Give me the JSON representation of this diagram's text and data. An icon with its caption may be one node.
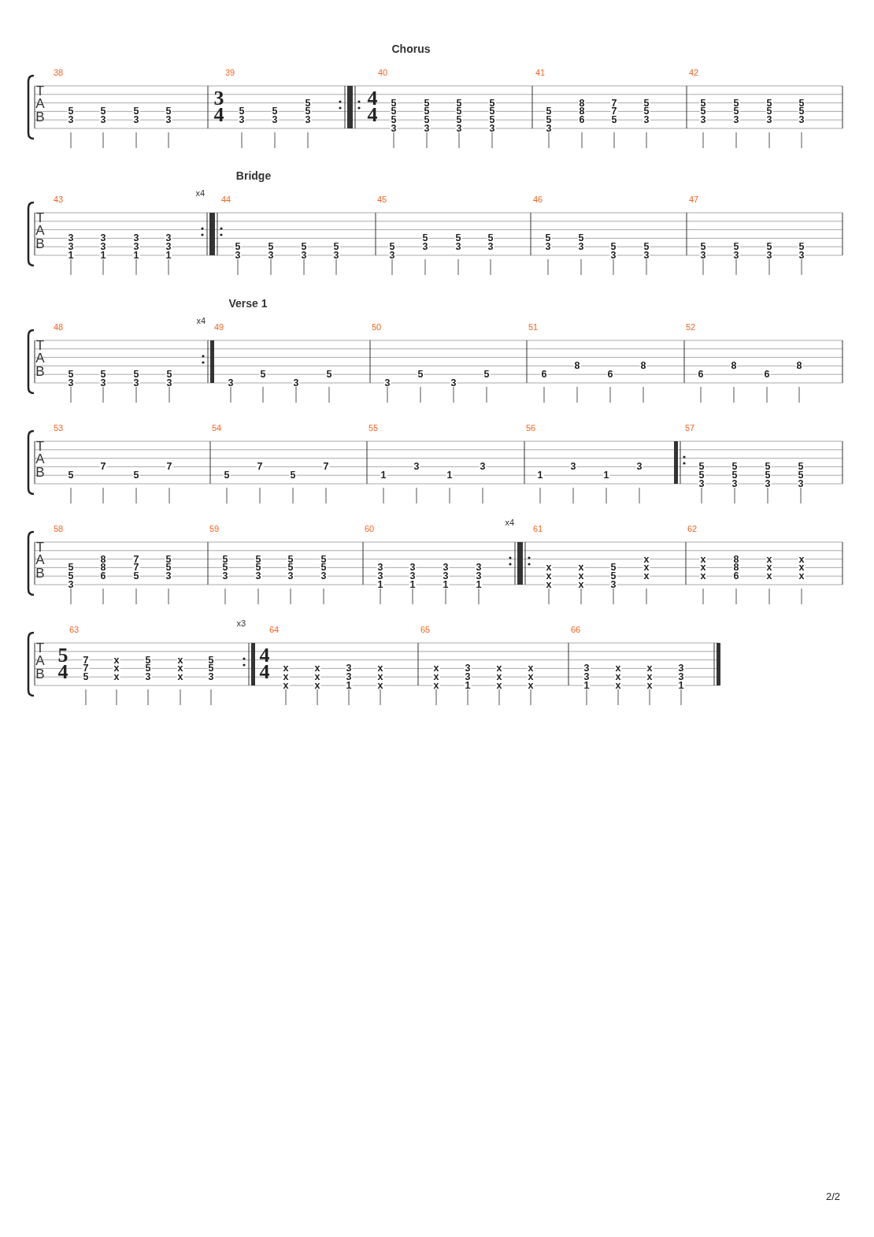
{
  "diagram": {
    "labels": [
      "Chorus",
      "38",
      "T",
      "A",
      "B",
      "5",
      "3",
      "5",
      "3",
      "5",
      "3",
      "5",
      "3",
      "39",
      "3",
      "4",
      "5",
      "3",
      "5",
      "3",
      "5",
      "5",
      "3",
      "40",
      "4",
      "4",
      "5",
      "5",
      "5",
      "3",
      "5",
      "5",
      "5",
      "3",
      "5",
      "5",
      "5",
      "3",
      "5",
      "5",
      "5",
      "3",
      "41",
      "5",
      "5",
      "3",
      "8",
      "8",
      "6",
      "7",
      "7",
      "5",
      "5",
      "5",
      "3",
      "42",
      "5",
      "5",
      "3",
      "5",
      "5",
      "3",
      "5",
      "5",
      "3",
      "5",
      "5",
      "3",
      "Bridge",
      "43",
      "T",
      "A",
      "B",
      "3",
      "3",
      "1",
      "3",
      "3",
      "1",
      "3",
      "3",
      "1",
      "3",
      "3",
      "1",
      "x4",
      "44",
      "5",
      "3",
      "5",
      "3",
      "5",
      "3",
      "5",
      "3",
      "45",
      "5",
      "3",
      "5",
      "3",
      "5",
      "3",
      "5",
      "3",
      "46",
      "5",
      "3",
      "5",
      "3",
      "5",
      "3",
      "5",
      "3",
      "47",
      "5",
      "3",
      "5",
      "3",
      "5",
      "3",
      "5",
      "3",
      "Verse 1",
      "48",
      "T",
      "A",
      "B",
      "5",
      "3",
      "5",
      "3",
      "5",
      "3",
      "5",
      "3",
      "x4",
      "49",
      "3",
      "5",
      "3",
      "5",
      "50",
      "3",
      "5",
      "3",
      "5",
      "51",
      "6",
      "8",
      "6",
      "8",
      "52",
      "6",
      "8",
      "6",
      "8",
      "53",
      "T",
      "A",
      "B",
      "5",
      "7",
      "5",
      "7",
      "54",
      "5",
      "7",
      "5",
      "7",
      "55",
      "1",
      "3",
      "1",
      "3",
      "56",
      "1",
      "3",
      "1",
      "3",
      "57",
      "5",
      "5",
      "3",
      "5",
      "5",
      "3",
      "5",
      "5",
      "3",
      "5",
      "5",
      "3",
      "58",
      "T",
      "A",
      "B",
      "5",
      "5",
      "3",
      "8",
      "8",
      "6",
      "7",
      "7",
      "5",
      "5",
      "5",
      "3",
      "59",
      "5",
      "5",
      "3",
      "5",
      "5",
      "3",
      "5",
      "5",
      "3",
      "5",
      "5",
      "3",
      "60",
      "3",
      "3",
      "1",
      "3",
      "3",
      "1",
      "3",
      "3",
      "1",
      "3",
      "3",
      "1",
      "x4",
      "61",
      "x",
      "x",
      "x",
      "x",
      "x",
      "x",
      "5",
      "5",
      "3",
      "x",
      "x",
      "x",
      "62",
      "x",
      "x",
      "x",
      "8",
      "8",
      "6",
      "x",
      "x",
      "x",
      "x",
      "x",
      "x",
      "63",
      "T",
      "A",
      "B",
      "5",
      "4",
      "7",
      "7",
      "5",
      "x",
      "x",
      "x",
      "5",
      "5",
      "3",
      "x",
      "x",
      "x",
      "5",
      "5",
      "3",
      "x3",
      "64",
      "4",
      "4",
      "x",
      "x",
      "x",
      "x",
      "x",
      "x",
      "3",
      "3",
      "1",
      "x",
      "x",
      "x",
      "65",
      "x",
      "x",
      "x",
      "3",
      "3",
      "1",
      "x",
      "x",
      "x",
      "x",
      "x",
      "x",
      "66",
      "3",
      "3",
      "1",
      "x",
      "x",
      "x",
      "x",
      "x",
      "x",
      "3",
      "3",
      "1",
      "2/2"
    ]
  }
}
